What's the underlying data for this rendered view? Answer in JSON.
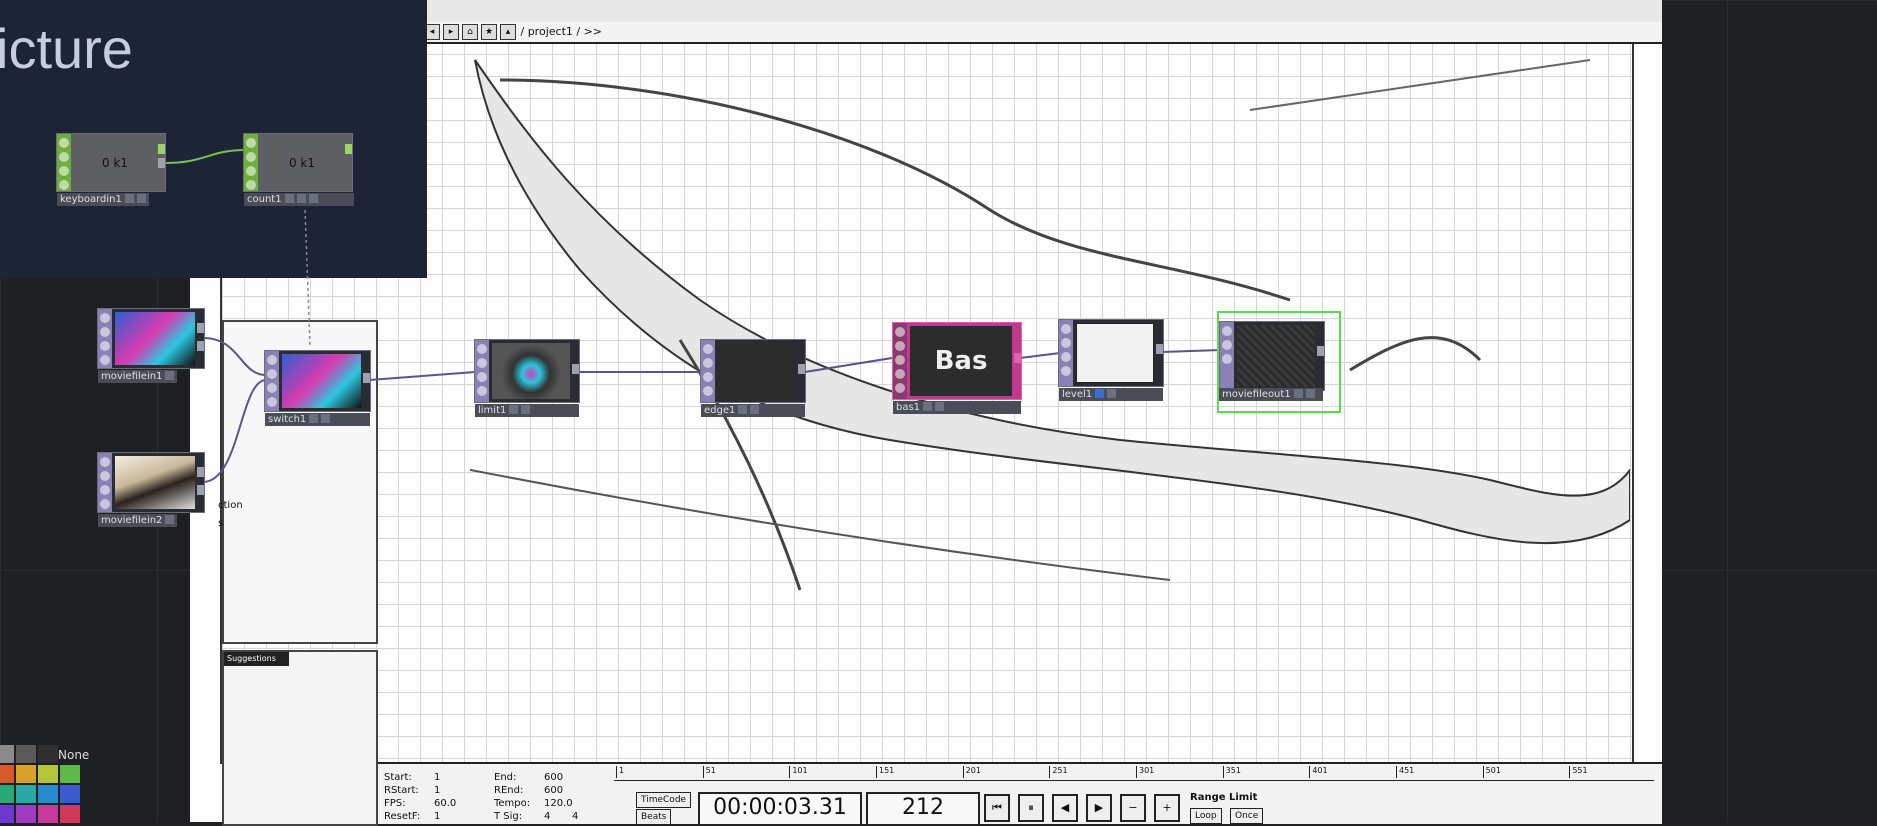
{
  "header": {
    "title": "icture"
  },
  "network": {
    "path": "/ project1 / >>",
    "nodes": {
      "keyboardin": {
        "name": "keyboardin1",
        "value": "0 k1"
      },
      "count": {
        "name": "count1",
        "value": "0 k1"
      },
      "moviefilein1": {
        "name": "moviefilein1"
      },
      "moviefilein2": {
        "name": "moviefilein2"
      },
      "switch": {
        "name": "switch1"
      },
      "limit": {
        "name": "limit1"
      },
      "edge": {
        "name": "edge1"
      },
      "bas": {
        "name": "bas1",
        "text": "Bas"
      },
      "thresh": {
        "name": "level1"
      },
      "out": {
        "name": "moviefileout1"
      }
    }
  },
  "leftpanel": {
    "text1": "ction",
    "text2": "s",
    "tag": "Suggestions"
  },
  "timeline": {
    "start_label": "Start:",
    "start": "1",
    "end_label": "End:",
    "end": "600",
    "rstart_label": "RStart:",
    "rstart": "1",
    "rend_label": "REnd:",
    "rend": "600",
    "fps_label": "FPS:",
    "fps": "60.0",
    "tempo_label": "Tempo:",
    "tempo": "120.0",
    "resetf_label": "ResetF:",
    "resetf": "1",
    "tsig_label": "T Sig:",
    "tsig_a": "4",
    "tsig_b": "4",
    "mode_timecode": "TimeCode",
    "mode_beats": "Beats",
    "timecode": "00:00:03.31",
    "frame": "212",
    "range_limit": "Range Limit",
    "loop": "Loop",
    "once": "Once",
    "ticks": [
      "1",
      "51",
      "101",
      "151",
      "201",
      "251",
      "301",
      "351",
      "401",
      "451",
      "501",
      "551"
    ]
  },
  "palette": {
    "none_label": "None"
  },
  "colors": {
    "chop": "#6fae3d",
    "top": "#8a80b4",
    "bas": "#c23a8f",
    "selected": "#55e04a"
  }
}
